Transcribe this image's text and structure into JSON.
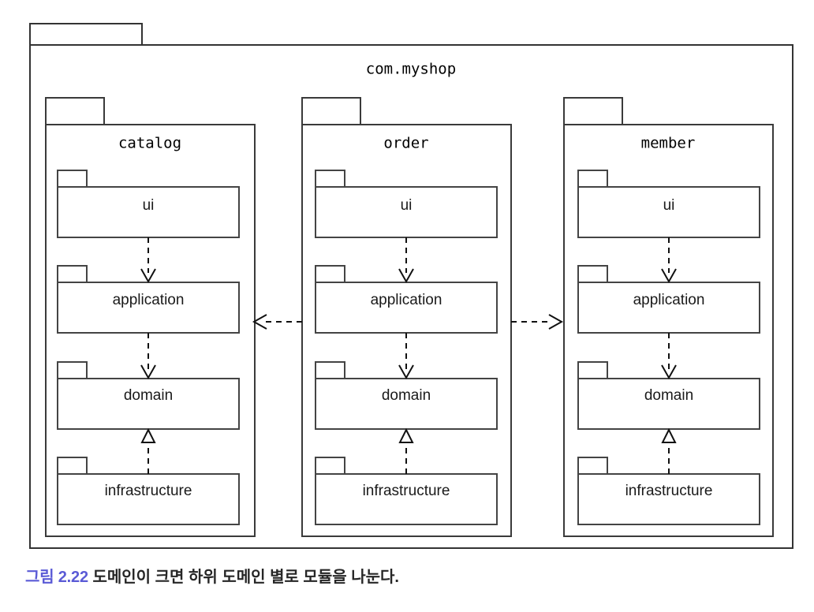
{
  "diagram": {
    "type": "uml-package-diagram",
    "root_package": {
      "name": "com.myshop",
      "label": "com.myshop"
    },
    "subpackages": [
      {
        "name": "catalog",
        "label": "catalog",
        "layers": [
          {
            "key": "ui",
            "label": "ui"
          },
          {
            "key": "application",
            "label": "application"
          },
          {
            "key": "domain",
            "label": "domain"
          },
          {
            "key": "infrastructure",
            "label": "infrastructure"
          }
        ]
      },
      {
        "name": "order",
        "label": "order",
        "layers": [
          {
            "key": "ui",
            "label": "ui"
          },
          {
            "key": "application",
            "label": "application"
          },
          {
            "key": "domain",
            "label": "domain"
          },
          {
            "key": "infrastructure",
            "label": "infrastructure"
          }
        ]
      },
      {
        "name": "member",
        "label": "member",
        "layers": [
          {
            "key": "ui",
            "label": "ui"
          },
          {
            "key": "application",
            "label": "application"
          },
          {
            "key": "domain",
            "label": "domain"
          },
          {
            "key": "infrastructure",
            "label": "infrastructure"
          }
        ]
      }
    ],
    "relations": {
      "intra_package": [
        {
          "from": "ui",
          "to": "application",
          "kind": "dependency",
          "arrowhead": "open-v",
          "line": "dashed",
          "direction": "down"
        },
        {
          "from": "application",
          "to": "domain",
          "kind": "dependency",
          "arrowhead": "open-v",
          "line": "dashed",
          "direction": "down"
        },
        {
          "from": "infrastructure",
          "to": "domain",
          "kind": "realization",
          "arrowhead": "hollow-triangle",
          "line": "dashed",
          "direction": "up"
        }
      ],
      "cross_package": [
        {
          "from": "order",
          "to": "catalog",
          "kind": "dependency",
          "arrowhead": "open-v",
          "line": "dashed",
          "direction": "left"
        },
        {
          "from": "order",
          "to": "member",
          "kind": "dependency",
          "arrowhead": "open-v",
          "line": "dashed",
          "direction": "right"
        }
      ]
    },
    "colors": {
      "outline": "#333333",
      "connector": "#111111",
      "background": "#ffffff",
      "label": "#000000"
    }
  },
  "caption": {
    "number": "그림 2.22",
    "text": "도메인이 크면 하위 도메인 별로 모듈을 나눈다.",
    "number_color": "#5b5bd6",
    "text_color": "#262626"
  }
}
